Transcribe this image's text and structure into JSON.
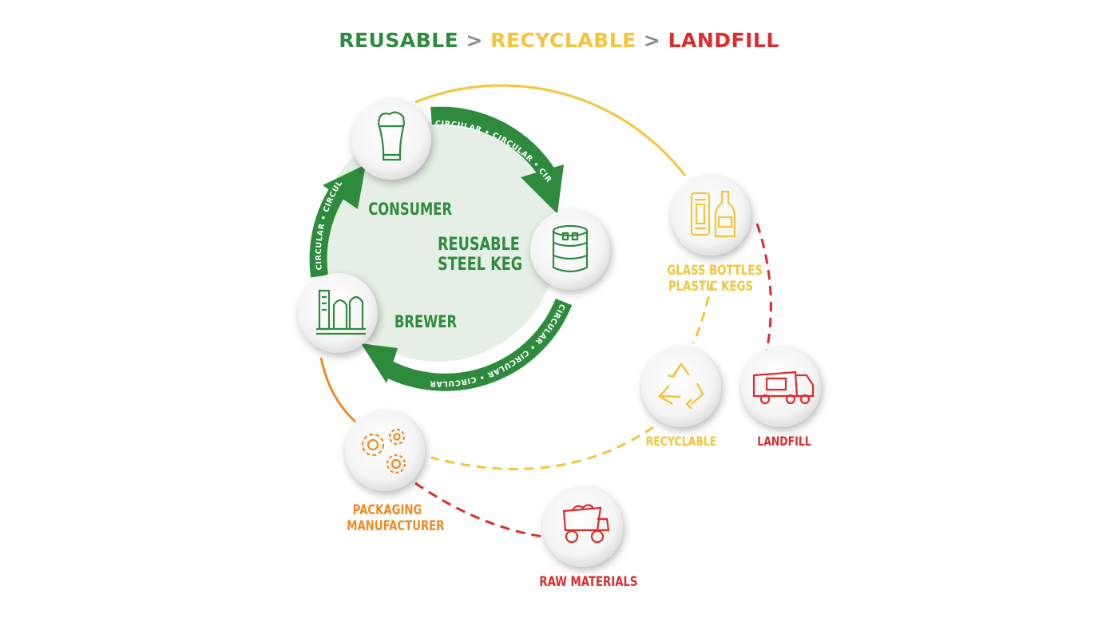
{
  "title": {
    "reusable": "REUSABLE",
    "sep1": ">",
    "recyclable": "RECYCLABLE",
    "sep2": ">",
    "landfill": "LANDFILL"
  },
  "ring_text": "CIRCULAR • CIRCULAR • CIRCULAR",
  "nodes": {
    "consumer": {
      "label": "CONSUMER",
      "icon": "beer-glass-icon"
    },
    "keg": {
      "label_line1": "REUSABLE",
      "label_line2": "STEEL KEG",
      "icon": "steel-keg-icon"
    },
    "brewer": {
      "label": "BREWER",
      "icon": "brewery-icon"
    },
    "glass": {
      "label_line1": "GLASS BOTTLES",
      "label_line2": "PLASTIC KEGS",
      "icon": "bottles-kegs-icon"
    },
    "recyclable": {
      "label": "RECYCLABLE",
      "icon": "recycle-icon"
    },
    "landfill": {
      "label": "LANDFILL",
      "icon": "garbage-truck-icon"
    },
    "packaging": {
      "label_line1": "PACKAGING",
      "label_line2": "MANUFACTURER",
      "icon": "gears-icon"
    },
    "raw": {
      "label": "RAW MATERIALS",
      "icon": "mining-truck-icon"
    }
  },
  "colors": {
    "green": "#2e8b3e",
    "yellow": "#f5c43a",
    "orange": "#f08a24",
    "red": "#de2b2b",
    "grey": "#8a8a8a",
    "inner_fill": "#e6efe6"
  }
}
